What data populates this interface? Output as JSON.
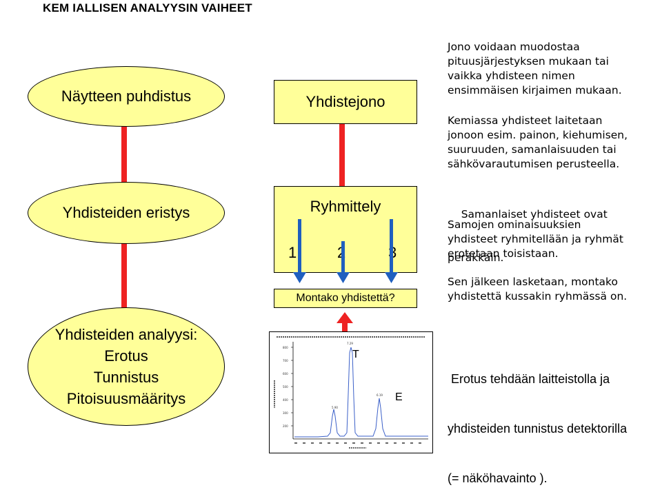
{
  "title": "KEM IALLISEN ANALYYSIN VAIHEET",
  "ellipses": {
    "puhdistus": "Näytteen puhdistus",
    "eristys": "Yhdisteiden eristys",
    "analyysi": [
      "Yhdisteiden analyysi:",
      "Erotus",
      "Tunnistus",
      "Pitoisuusmääritys"
    ]
  },
  "boxes": {
    "yhdistejono": "Yhdistejono",
    "ryhmittely": "Ryhmittely",
    "groups": [
      "1",
      "2",
      "3"
    ],
    "montako": "Montako yhdistettä?"
  },
  "chromatogram": {
    "peak_t": "T",
    "peak_e": "E"
  },
  "paragraphs": [
    [
      "Jono voidaan muodostaa",
      "pituusjärjestyksen mukaan tai",
      "vaikka yhdisteen nimen",
      "ensimmäisen kirjaimen mukaan."
    ],
    [
      "Kemiassa yhdisteet laitetaan",
      "jonoon esim. painon, kiehumisen,",
      "suuruuden, samanlaisuuden tai",
      "sähkövarautumisen perusteella."
    ],
    [
      "    Samanlaiset yhdisteet ovat",
      "peräkkäin."
    ],
    [
      "Samojen ominaisuuksien",
      "yhdisteet ryhmitellään ja ryhmät",
      "erotetaan toisistaan."
    ],
    [
      "Sen jälkeen lasketaan, montako",
      "yhdistettä kussakin ryhmässä on."
    ],
    [
      " Erotus tehdään laitteistolla ja",
      "yhdisteiden tunnistus detektorilla",
      "(= näköhavainto )."
    ]
  ],
  "colors": {
    "fill": "#ffff99",
    "connector": "#ee2222",
    "arrow": "#1f5fbf"
  }
}
